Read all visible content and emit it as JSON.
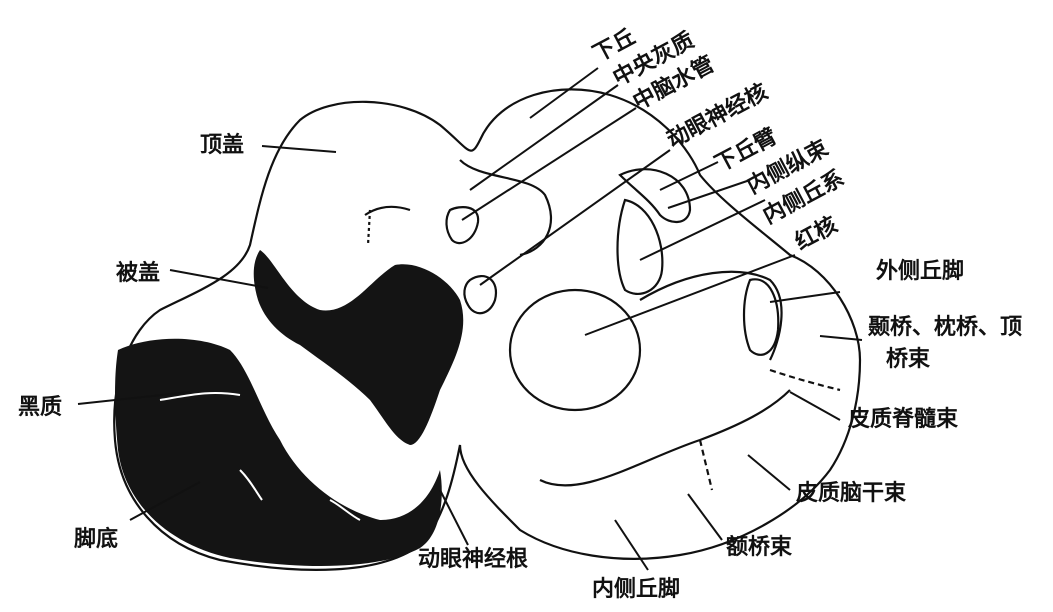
{
  "labels": {
    "inferior_colliculus": "下丘",
    "central_gray": "中央灰质",
    "cerebral_aqueduct": "中脑水管",
    "oculomotor_nucleus": "动眼神经核",
    "brachium_inferior_colliculus": "下丘臂",
    "medial_longitudinal_fasciculus": "内侧纵束",
    "medial_lemniscus": "内侧丘系",
    "red_nucleus": "红核",
    "tectum": "顶盖",
    "tegmentum": "被盖",
    "substantia_nigra": "黑质",
    "crus_cerebri": "脚底",
    "lateral_peduncle": "外侧丘脚",
    "temporo_occipito_pontine_line1": "颞桥、枕桥、顶",
    "temporo_occipito_pontine_line2": "桥束",
    "corticospinal_tract": "皮质脊髓束",
    "corticobulbar_tract": "皮质脑干束",
    "frontopontine_tract": "额桥束",
    "oculomotor_root": "动眼神经根",
    "medial_peduncle": "内侧丘脚"
  }
}
